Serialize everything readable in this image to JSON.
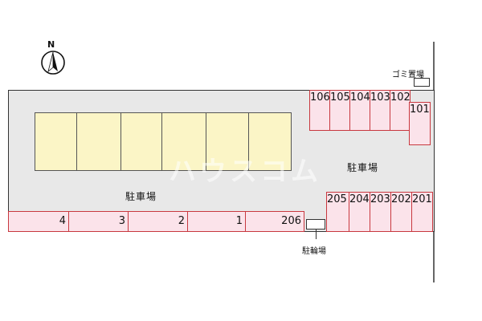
{
  "compass": {
    "label": "N"
  },
  "labels": {
    "parking_left": "駐車場",
    "parking_right": "駐車場",
    "trash_area": "ゴミ置場",
    "bicycle_parking": "駐輪場"
  },
  "units_top_row": [
    "106",
    "105",
    "104",
    "103",
    "102"
  ],
  "unit_101": "101",
  "units_second_row": [
    "205",
    "204",
    "203",
    "202",
    "201"
  ],
  "units_bottom_row": [
    "4",
    "3",
    "2",
    "1",
    "206"
  ],
  "colors": {
    "unit_fill": "#fbe3ea",
    "unit_border": "#c8383f",
    "slot_fill": "#fbf5c6",
    "lot_fill": "#e8e8e8"
  }
}
